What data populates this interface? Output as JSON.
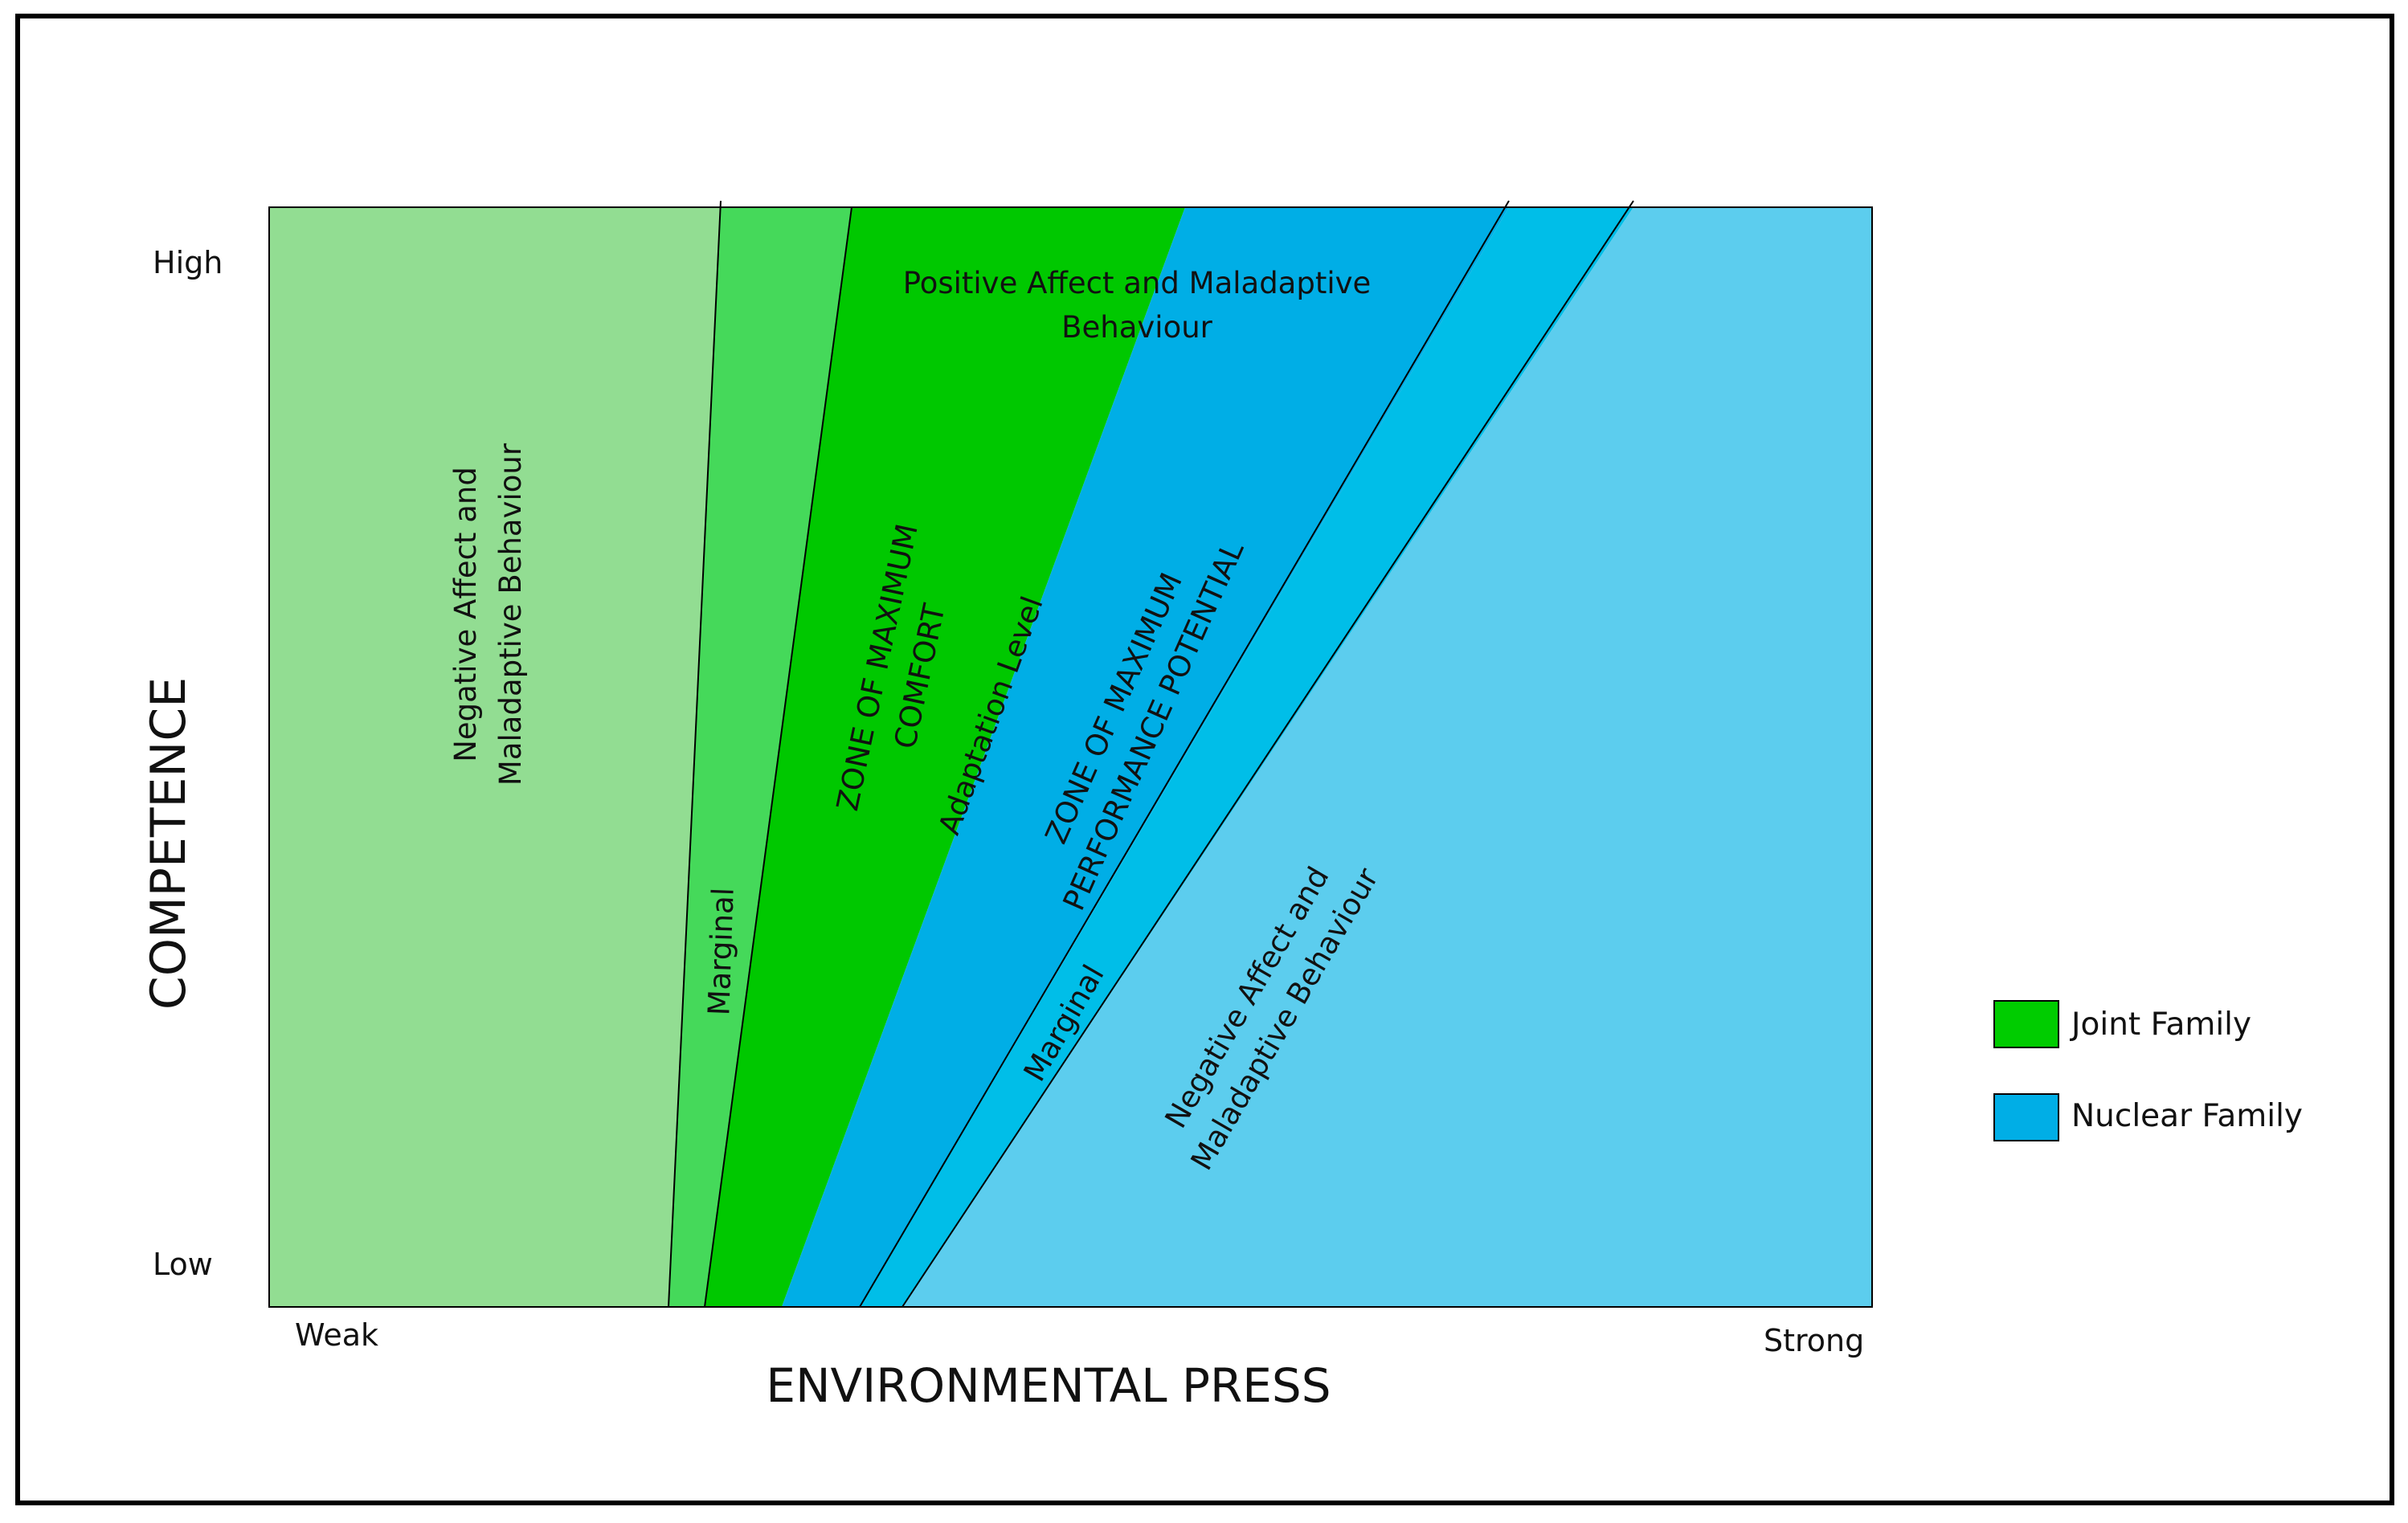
{
  "axes": {
    "y_title": "COMPETENCE",
    "x_title": "ENVIRONMENTAL PRESS",
    "y_high": "High",
    "y_low": "Low",
    "x_weak": "Weak",
    "x_strong": "Strong"
  },
  "zones": {
    "negative_left": [
      "Negative Affect and",
      "Maladaptive Behaviour"
    ],
    "marginal_left": "Marginal",
    "max_comfort": [
      "ZONE OF MAXIMUM",
      "COMFORT"
    ],
    "adaptation_level": "Adaptation Level",
    "positive_affect": [
      "Positive Affect and Maladaptive",
      "Behaviour"
    ],
    "max_performance": [
      "ZONE OF MAXIMUM",
      "PERFORMANCE POTENTIAL"
    ],
    "marginal_right": "Marginal",
    "negative_right": [
      "Negative Affect and",
      "Maladaptive Behaviour"
    ]
  },
  "legend": {
    "items": [
      {
        "label": "Joint Family",
        "color": "#00cc00"
      },
      {
        "label": "Nuclear Family",
        "color": "#00aee6"
      }
    ]
  },
  "colors": {
    "negative_left": "#92dd92",
    "marginal_left": "#45d95a",
    "max_comfort": "#00c800",
    "max_performance": "#00aee6",
    "marginal_right": "#00bee8",
    "negative_right": "#5ccdee"
  }
}
